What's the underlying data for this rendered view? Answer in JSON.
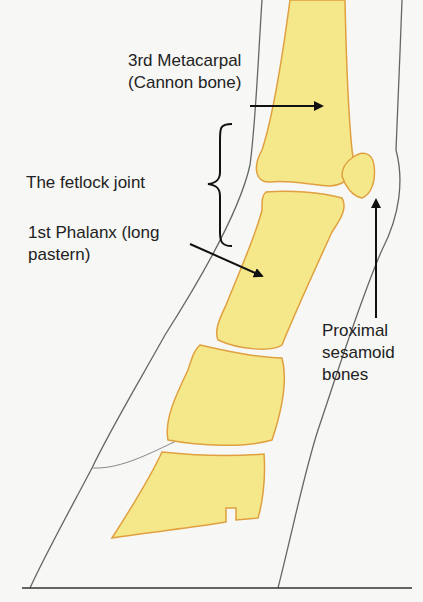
{
  "diagram": {
    "labels": [
      "3rd Metacarpal (Cannon bone)",
      "The fetlock joint",
      "1st Phalanx (long pastern)",
      "Proximal sesamoid bones"
    ]
  }
}
